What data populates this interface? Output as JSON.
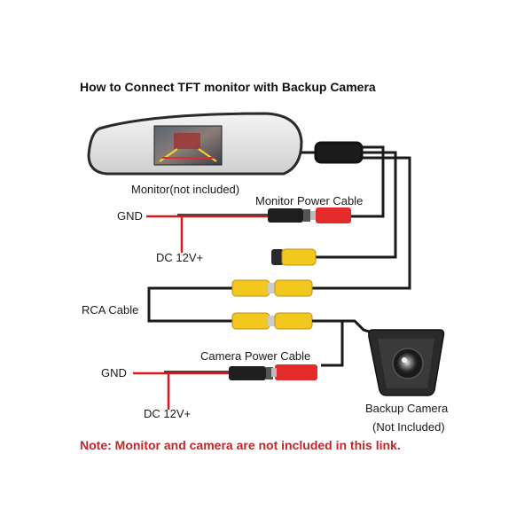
{
  "title": "How to Connect TFT monitor with Backup Camera",
  "labels": {
    "monitor": "Monitor(not included)",
    "monitor_power_cable": "Monitor Power Cable",
    "gnd_top": "GND",
    "dc_top": "DC 12V+",
    "rca_cable": "RCA Cable",
    "camera_power_cable": "Camera Power Cable",
    "gnd_bottom": "GND",
    "dc_bottom": "DC 12V+",
    "backup_camera": "Backup Camera",
    "not_included": "(Not Included)"
  },
  "note": "Note: Monitor and camera are not included in this link.",
  "colors": {
    "note": "#c0262a",
    "red_wire": "#e01818",
    "black_wire": "#1a1a1a",
    "rca_yellow": "#f2c81c",
    "plug_red": "#e42b2b"
  }
}
